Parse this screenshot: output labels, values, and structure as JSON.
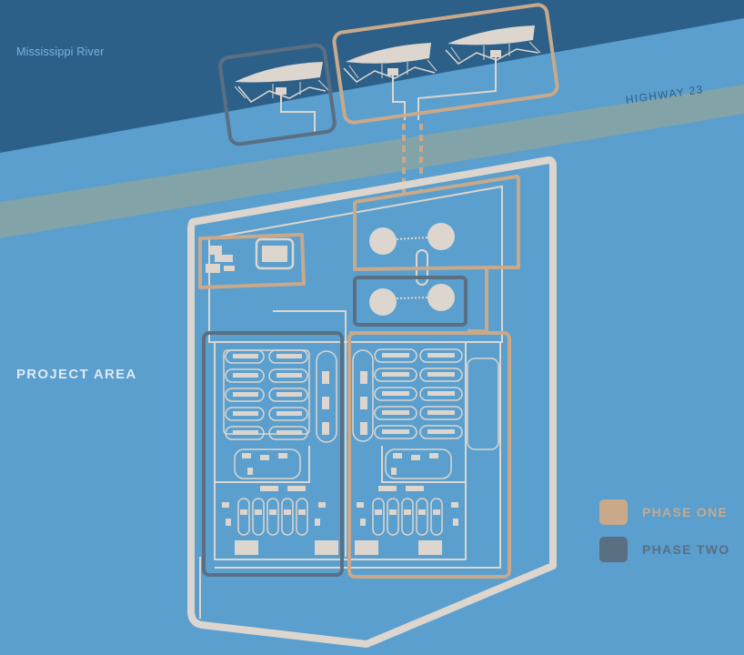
{
  "labels": {
    "river": "Mississippi River",
    "highway": "HIGHWAY 23",
    "project_area": "PROJECT AREA"
  },
  "legend": [
    {
      "label": "PHASE ONE",
      "color": "#c9a98a"
    },
    {
      "label": "PHASE TWO",
      "color": "#5b6f83"
    }
  ],
  "colors": {
    "water_background": "#5a9fce",
    "river": "#2c6089",
    "highway": "#82a3a7",
    "facility_lines": "#dcd6ce",
    "phase_one": "#c9a98a",
    "phase_two": "#5b6f83"
  }
}
